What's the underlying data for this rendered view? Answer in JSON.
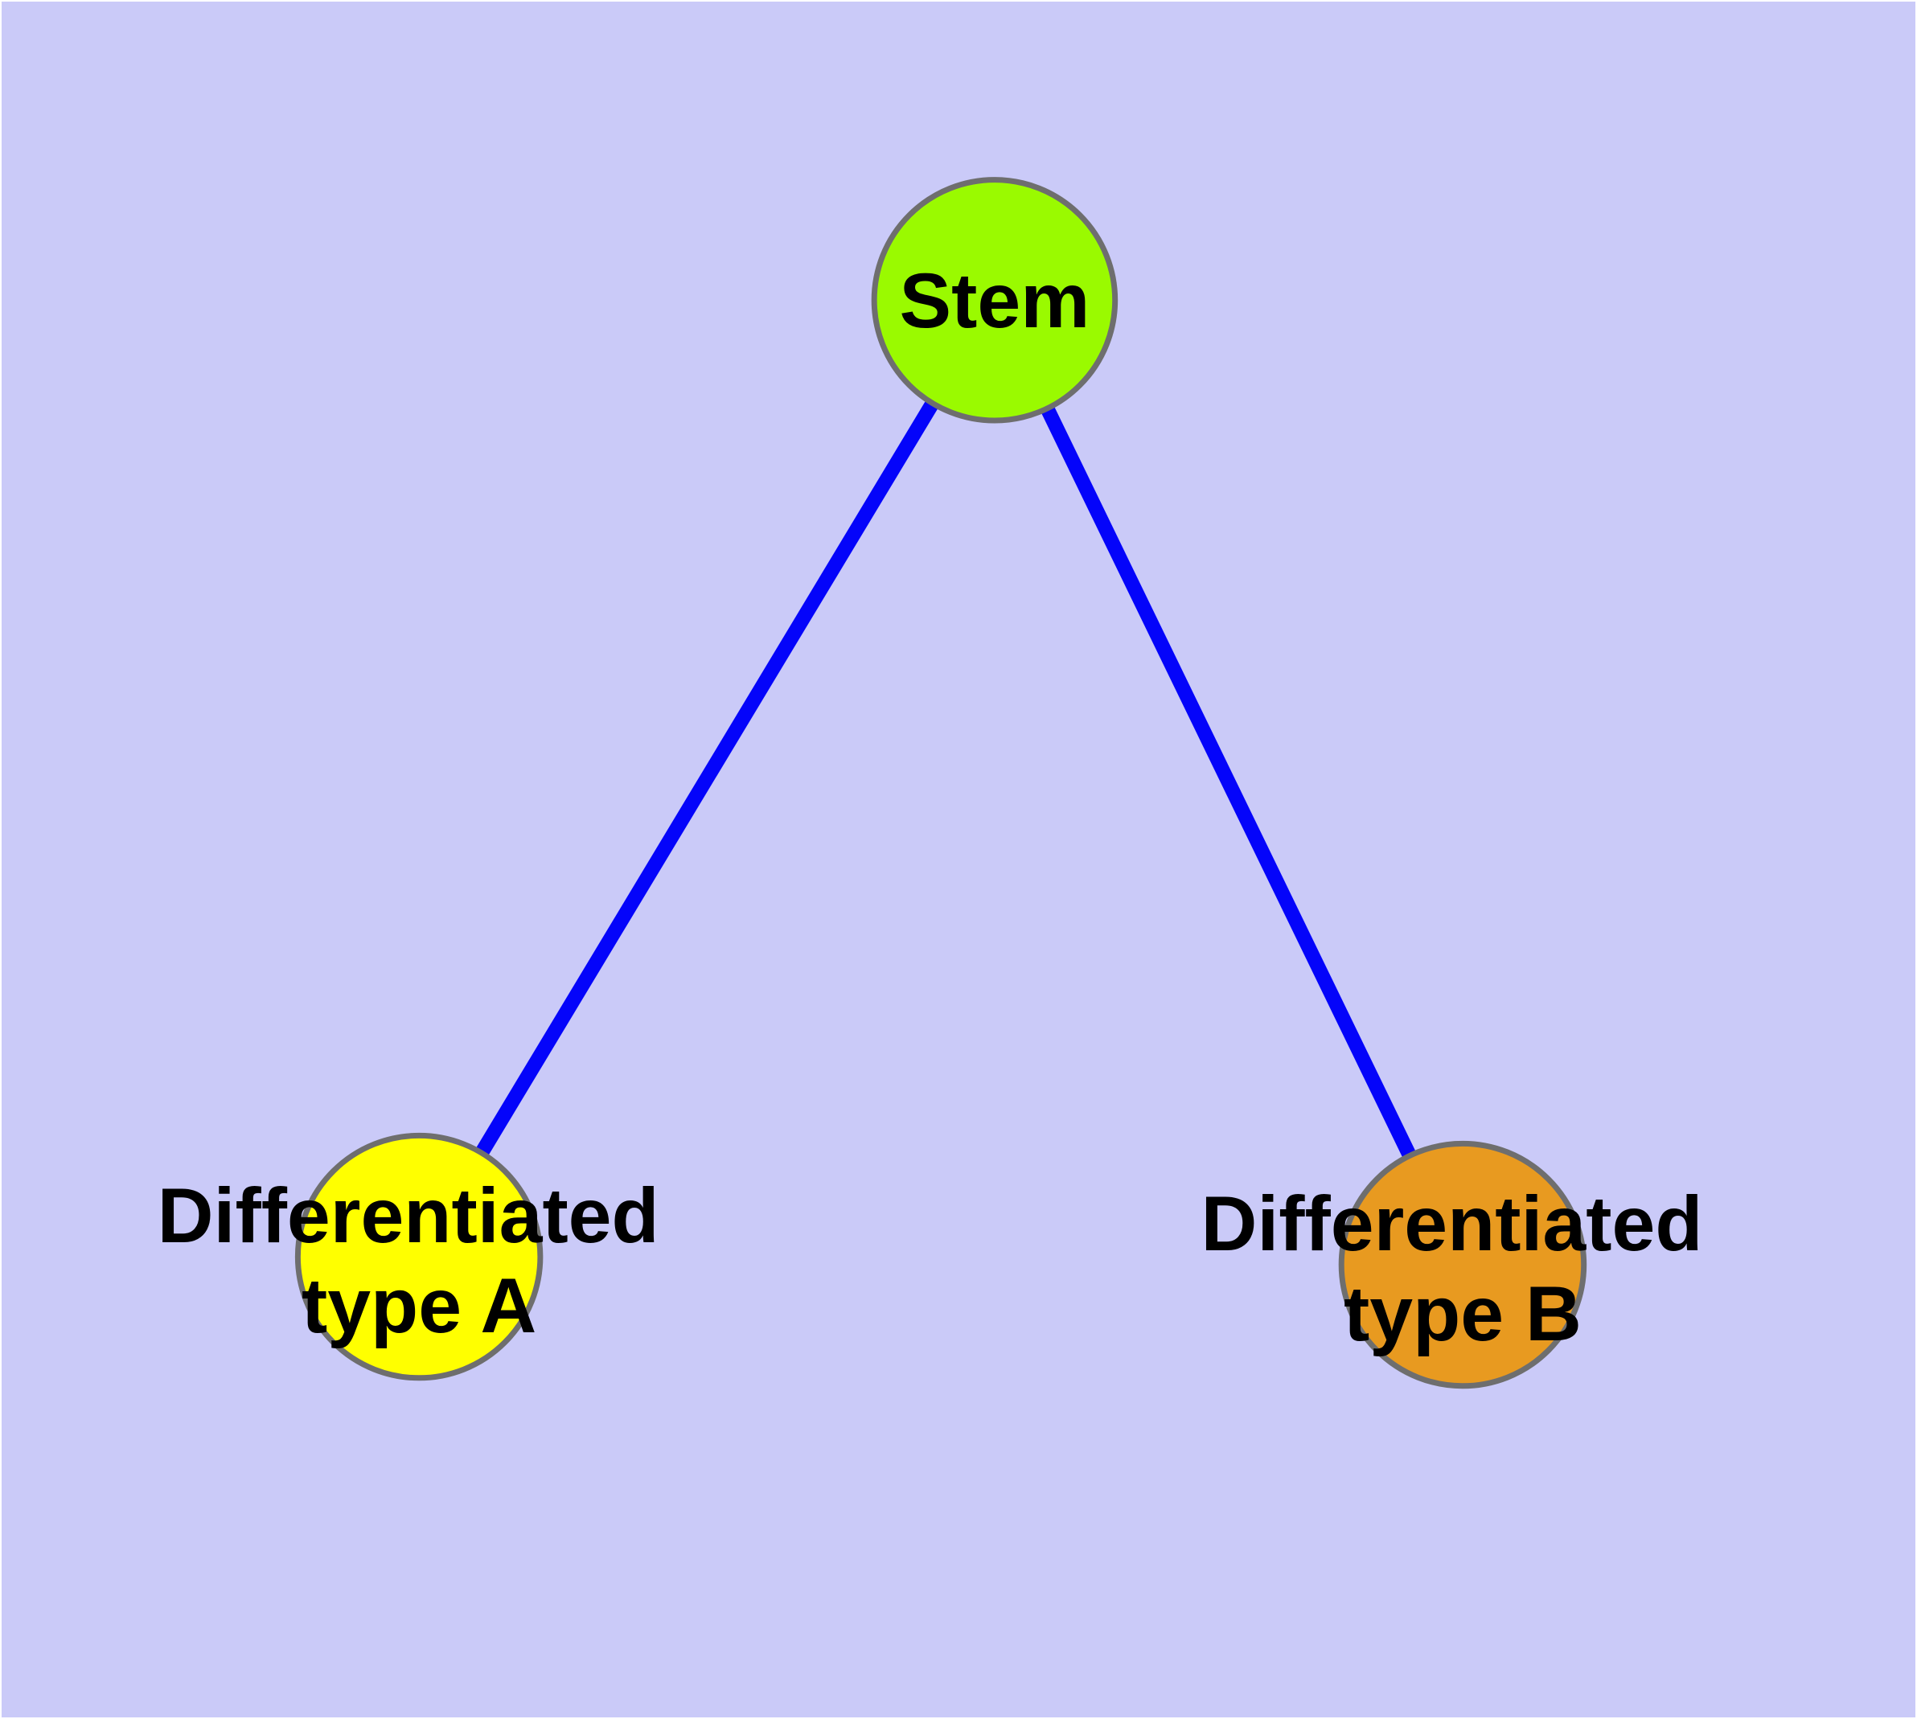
{
  "diagram": {
    "description": "Node-link diagram of stem cell differentiation: one stem node linked to two differentiated cell type nodes",
    "palette": {
      "background": "#cacaf8",
      "frame": "#ffffff",
      "edge": "#0404fa",
      "node_border": "#6e6e6e",
      "text": "#000000"
    },
    "nodes": [
      {
        "id": "stem",
        "fill": "#9afa00",
        "lines": [
          "Stem"
        ]
      },
      {
        "id": "differentiated-type-a",
        "fill": "#ffff00",
        "lines": [
          "Differentiated",
          "type A"
        ]
      },
      {
        "id": "differentiated-type-b",
        "fill": "#e89a20",
        "lines": [
          "Differentiated",
          "type B"
        ]
      }
    ],
    "edges": [
      {
        "from": "stem",
        "to": "differentiated-type-a"
      },
      {
        "from": "stem",
        "to": "differentiated-type-b"
      }
    ]
  }
}
